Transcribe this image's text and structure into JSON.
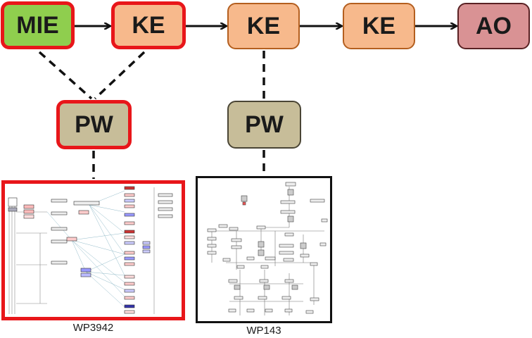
{
  "nodes": {
    "mie": "MIE",
    "ke1": "KE",
    "ke2": "KE",
    "ke3": "KE",
    "ao": "AO",
    "pw1": "PW",
    "pw2": "PW"
  },
  "pathways": {
    "left_id": "WP3942",
    "right_id": "WP143"
  },
  "colors": {
    "highlight": "#e8161a",
    "mie_fill": "#8fce4e",
    "ke_fill": "#f7b98c",
    "ao_fill": "#d99294",
    "pw_fill": "#c7bd99"
  }
}
